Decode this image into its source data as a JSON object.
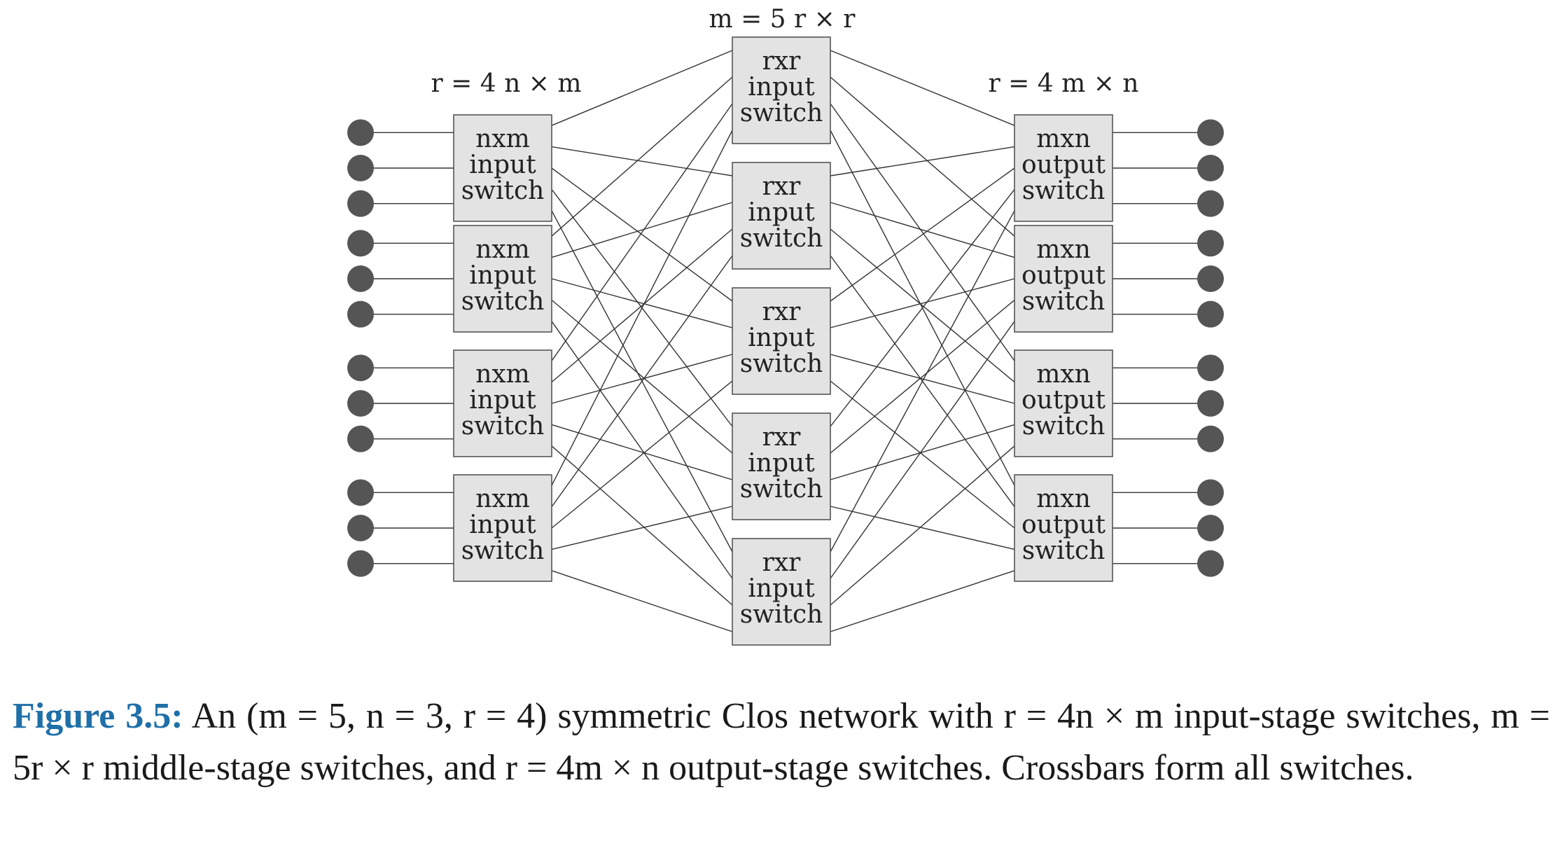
{
  "colors": {
    "box_fill": "#e3e3e3",
    "box_stroke": "#555555",
    "terminal": "#555555",
    "wire": "#333333",
    "caption_label": "#1f6fa8"
  },
  "stage_labels": {
    "input": "r = 4 n × m",
    "middle": "m = 5 r × r",
    "output": "r = 4 m × n"
  },
  "input_switches": [
    {
      "lines": [
        "nxm",
        "input",
        "switch"
      ]
    },
    {
      "lines": [
        "nxm",
        "input",
        "switch"
      ]
    },
    {
      "lines": [
        "nxm",
        "input",
        "switch"
      ]
    },
    {
      "lines": [
        "nxm",
        "input",
        "switch"
      ]
    }
  ],
  "middle_switches": [
    {
      "lines": [
        "rxr",
        "input",
        "switch"
      ]
    },
    {
      "lines": [
        "rxr",
        "input",
        "switch"
      ]
    },
    {
      "lines": [
        "rxr",
        "input",
        "switch"
      ]
    },
    {
      "lines": [
        "rxr",
        "input",
        "switch"
      ]
    },
    {
      "lines": [
        "rxr",
        "input",
        "switch"
      ]
    }
  ],
  "output_switches": [
    {
      "lines": [
        "mxn",
        "output",
        "switch"
      ]
    },
    {
      "lines": [
        "mxn",
        "output",
        "switch"
      ]
    },
    {
      "lines": [
        "mxn",
        "output",
        "switch"
      ]
    },
    {
      "lines": [
        "mxn",
        "output",
        "switch"
      ]
    }
  ],
  "terminals_per_switch": 3,
  "caption": {
    "label": "Figure 3.5:",
    "text": "An (m = 5, n = 3, r = 4) symmetric Clos network with r = 4n × m input-stage switches, m = 5r × r middle-stage switches, and r = 4m × n output-stage switches. Crossbars form all switches."
  }
}
